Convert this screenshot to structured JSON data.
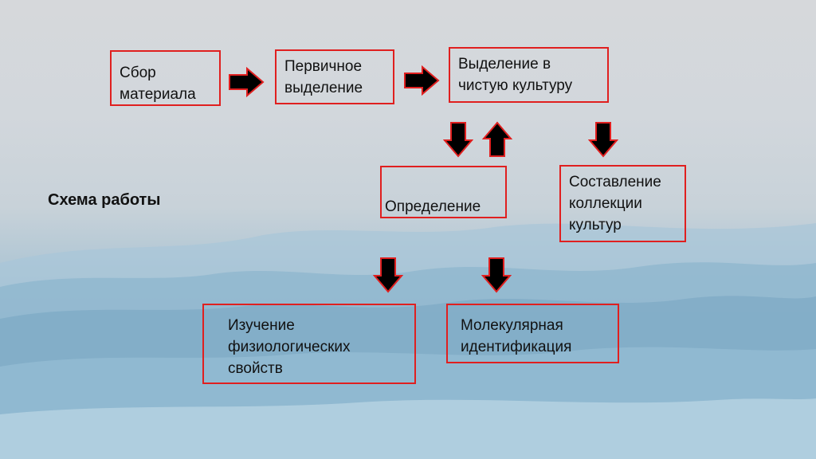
{
  "slide": {
    "title": "Схема работы",
    "boxes": {
      "collect": "Сбор\nматериала",
      "primary": "Первичное\nвыделение",
      "pure": "Выделение в\nчистую культуру",
      "identify": "Определение",
      "collection": "Составление\nколлекции\nкультур",
      "physio": "Изучение\nфизиологических\nсвойств",
      "molecular": "Молекулярная\nидентификация"
    }
  },
  "colors": {
    "box_border": "#e01f1f",
    "arrow_fill": "#000000",
    "arrow_stroke": "#e01f1f"
  }
}
